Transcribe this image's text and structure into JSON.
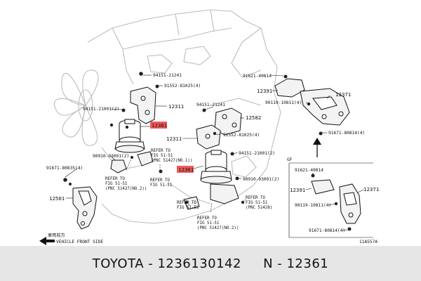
{
  "labels": {
    "l94151_21241_a": "94151-21241",
    "l91552_81025_a": "91552-81025(4)",
    "l12311_a": "12311",
    "l94151_21001_a": "94151-21001(2)",
    "l12361_a": "12361",
    "l90910_03001_a": "90910-03001(2)",
    "l_refer_a1": "REFER TO",
    "l_refer_a2": "FIG 51-51",
    "l_refer_a3": "(PNC 51427(NO.1))",
    "l_refer_b1": "REFER TO",
    "l_refer_b2": "FIG 51-51",
    "l_refer_b3": "(PNC 51427(NO.2))",
    "l_refer_c1": "REFER TO",
    "l_refer_c2": "FIG 51-51",
    "l91671_80835": "91671-80835(4)",
    "l12501": "12501",
    "l94151_21241_b": "94151-21241",
    "l12582": "12582",
    "l12311_b": "12311",
    "l91552_81025_b": "91552-81025(4)",
    "l94151_21001_b": "94151-21001(2)",
    "l12361_b": "12361",
    "l90910_03001_b": "90910-03001(2)",
    "l_refer_d1": "REFER TO",
    "l_refer_d2": "FIG 51-51",
    "l_refer_e1": "REFER TO",
    "l_refer_e2": "FIG 51-51",
    "l_refer_e3": "(PNC 51428)",
    "l_refer_f1": "REFER TO",
    "l_refer_f2": "FIG 51-51",
    "l_refer_f3": "(PNC 51427(NO.2))",
    "l91621_40814_a": "91621-40814",
    "l12391_a": "12391",
    "l12371_a": "12371",
    "l90119_10811_a": "90119-10811(4)",
    "l91671_80814_a": "91671-80814(4)",
    "l_gf": "GF",
    "l91621_40814_b": "91621-40814",
    "l12391_b": "12391",
    "l12371_b": "12371",
    "l90119_10811_b": "90119-10811(4)",
    "l91671_80814_b": "91671-80814(4)",
    "l_front_jp": "車両前方",
    "l_front_en": "VEHICLE FRONT SIDE",
    "l_fig_code": "11A557A"
  },
  "footer": {
    "text": "TOYOTA - 1236130142     N - 12361"
  },
  "colors": {
    "highlight": "#f15a5a",
    "footer_bg": "#e6e6e6",
    "engine_outline": "#bdbdbd"
  }
}
